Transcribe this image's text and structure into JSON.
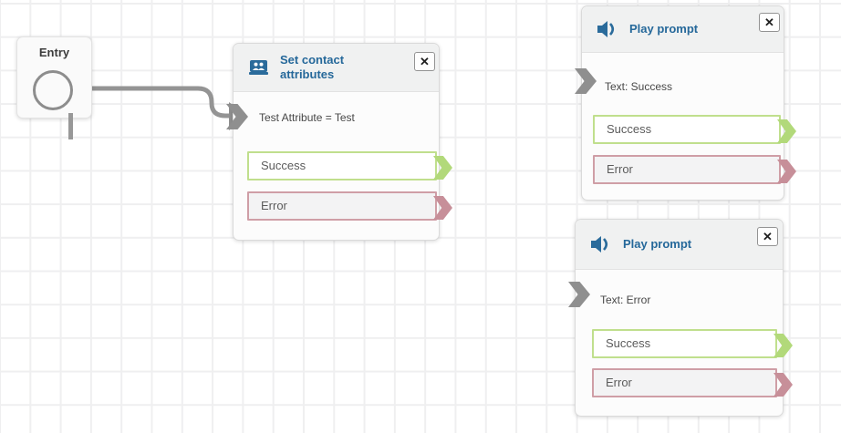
{
  "app": {
    "name": "contact-flow-canvas"
  },
  "colors": {
    "title_blue": "#25689a",
    "icon_blue": "#2a6b9b",
    "success_green": "#b2d97a",
    "success_border": "#c0df8d",
    "error_pink": "#c78f99",
    "error_border": "#cf9ea6",
    "connector_gray": "#949494",
    "grid_line": "#efeff0",
    "header_bg": "#f0f1f1"
  },
  "entry": {
    "label": "Entry"
  },
  "close_glyph": "✕",
  "nodes": [
    {
      "title": "Set contact attributes",
      "icon": "contact-attributes-icon",
      "input_text": "Test Attribute = Test",
      "outputs": [
        {
          "label": "Success",
          "type": "success"
        },
        {
          "label": "Error",
          "type": "error"
        }
      ]
    },
    {
      "title": "Play prompt",
      "icon": "speaker-icon",
      "input_text": "Text: Success",
      "outputs": [
        {
          "label": "Success",
          "type": "success"
        },
        {
          "label": "Error",
          "type": "error"
        }
      ]
    },
    {
      "title": "Play prompt",
      "icon": "speaker-icon",
      "input_text": "Text: Error",
      "outputs": [
        {
          "label": "Success",
          "type": "success"
        },
        {
          "label": "Error",
          "type": "error"
        }
      ]
    }
  ]
}
